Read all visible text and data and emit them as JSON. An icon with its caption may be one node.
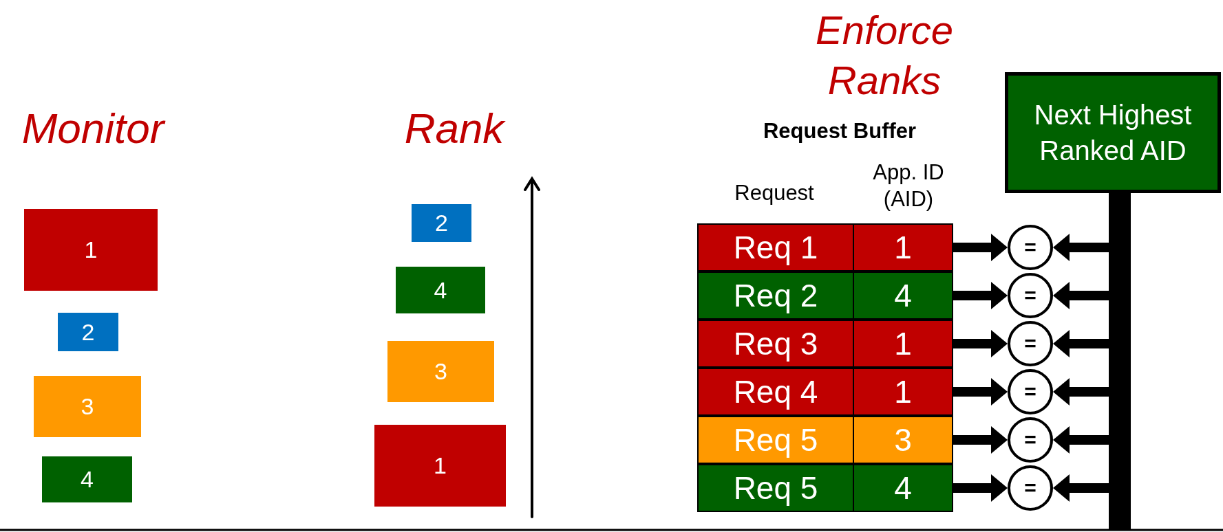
{
  "diagram": {
    "nodes": [
      {
        "text": [
          "1"
        ]
      },
      {
        "text": [
          "2"
        ]
      },
      {
        "text": [
          "3"
        ]
      },
      {
        "text": [
          "4"
        ]
      },
      {
        "text": [
          "2"
        ]
      },
      {
        "text": [
          "4"
        ]
      },
      {
        "text": [
          "3"
        ]
      },
      {
        "text": [
          "1"
        ]
      },
      {
        "text": [
          "Next Highest Ranked AID"
        ]
      },
      {
        "text": [
          "Req 1"
        ]
      },
      {
        "text": [
          "1"
        ]
      },
      {
        "text": [
          "Req 2"
        ]
      },
      {
        "text": [
          "4"
        ]
      },
      {
        "text": [
          "Req 3"
        ]
      },
      {
        "text": [
          "1"
        ]
      },
      {
        "text": [
          "Req 4"
        ]
      },
      {
        "text": [
          "1"
        ]
      },
      {
        "text": [
          "Req 5"
        ]
      },
      {
        "text": [
          "3"
        ]
      },
      {
        "text": [
          "Req 5"
        ]
      },
      {
        "text": [
          "4"
        ]
      },
      {
        "text": [
          "="
        ]
      },
      {
        "text": [
          "="
        ]
      },
      {
        "text": [
          "="
        ]
      },
      {
        "text": [
          "="
        ]
      },
      {
        "text": [
          "="
        ]
      },
      {
        "text": [
          "="
        ]
      },
      {
        "text": [],
        "shape": "bar"
      }
    ],
    "edges": [
      {
        "from": 10,
        "to": 21,
        "arrow": "to"
      },
      {
        "from": 27,
        "to": 21,
        "arrow": "to"
      },
      {
        "from": 12,
        "to": 22,
        "arrow": "to"
      },
      {
        "from": 27,
        "to": 22,
        "arrow": "to"
      },
      {
        "from": 14,
        "to": 23,
        "arrow": "to"
      },
      {
        "from": 27,
        "to": 23,
        "arrow": "to"
      },
      {
        "from": 16,
        "to": 24,
        "arrow": "to"
      },
      {
        "from": 27,
        "to": 24,
        "arrow": "to"
      },
      {
        "from": 18,
        "to": 25,
        "arrow": "to"
      },
      {
        "from": 27,
        "to": 25,
        "arrow": "to"
      },
      {
        "from": 20,
        "to": 26,
        "arrow": "to"
      },
      {
        "from": 27,
        "to": 26,
        "arrow": "to"
      }
    ],
    "labels": [
      "Enforce Ranks",
      "Monitor",
      "Rank",
      "Request Buffer",
      "Request",
      "App. ID (AID)"
    ]
  }
}
